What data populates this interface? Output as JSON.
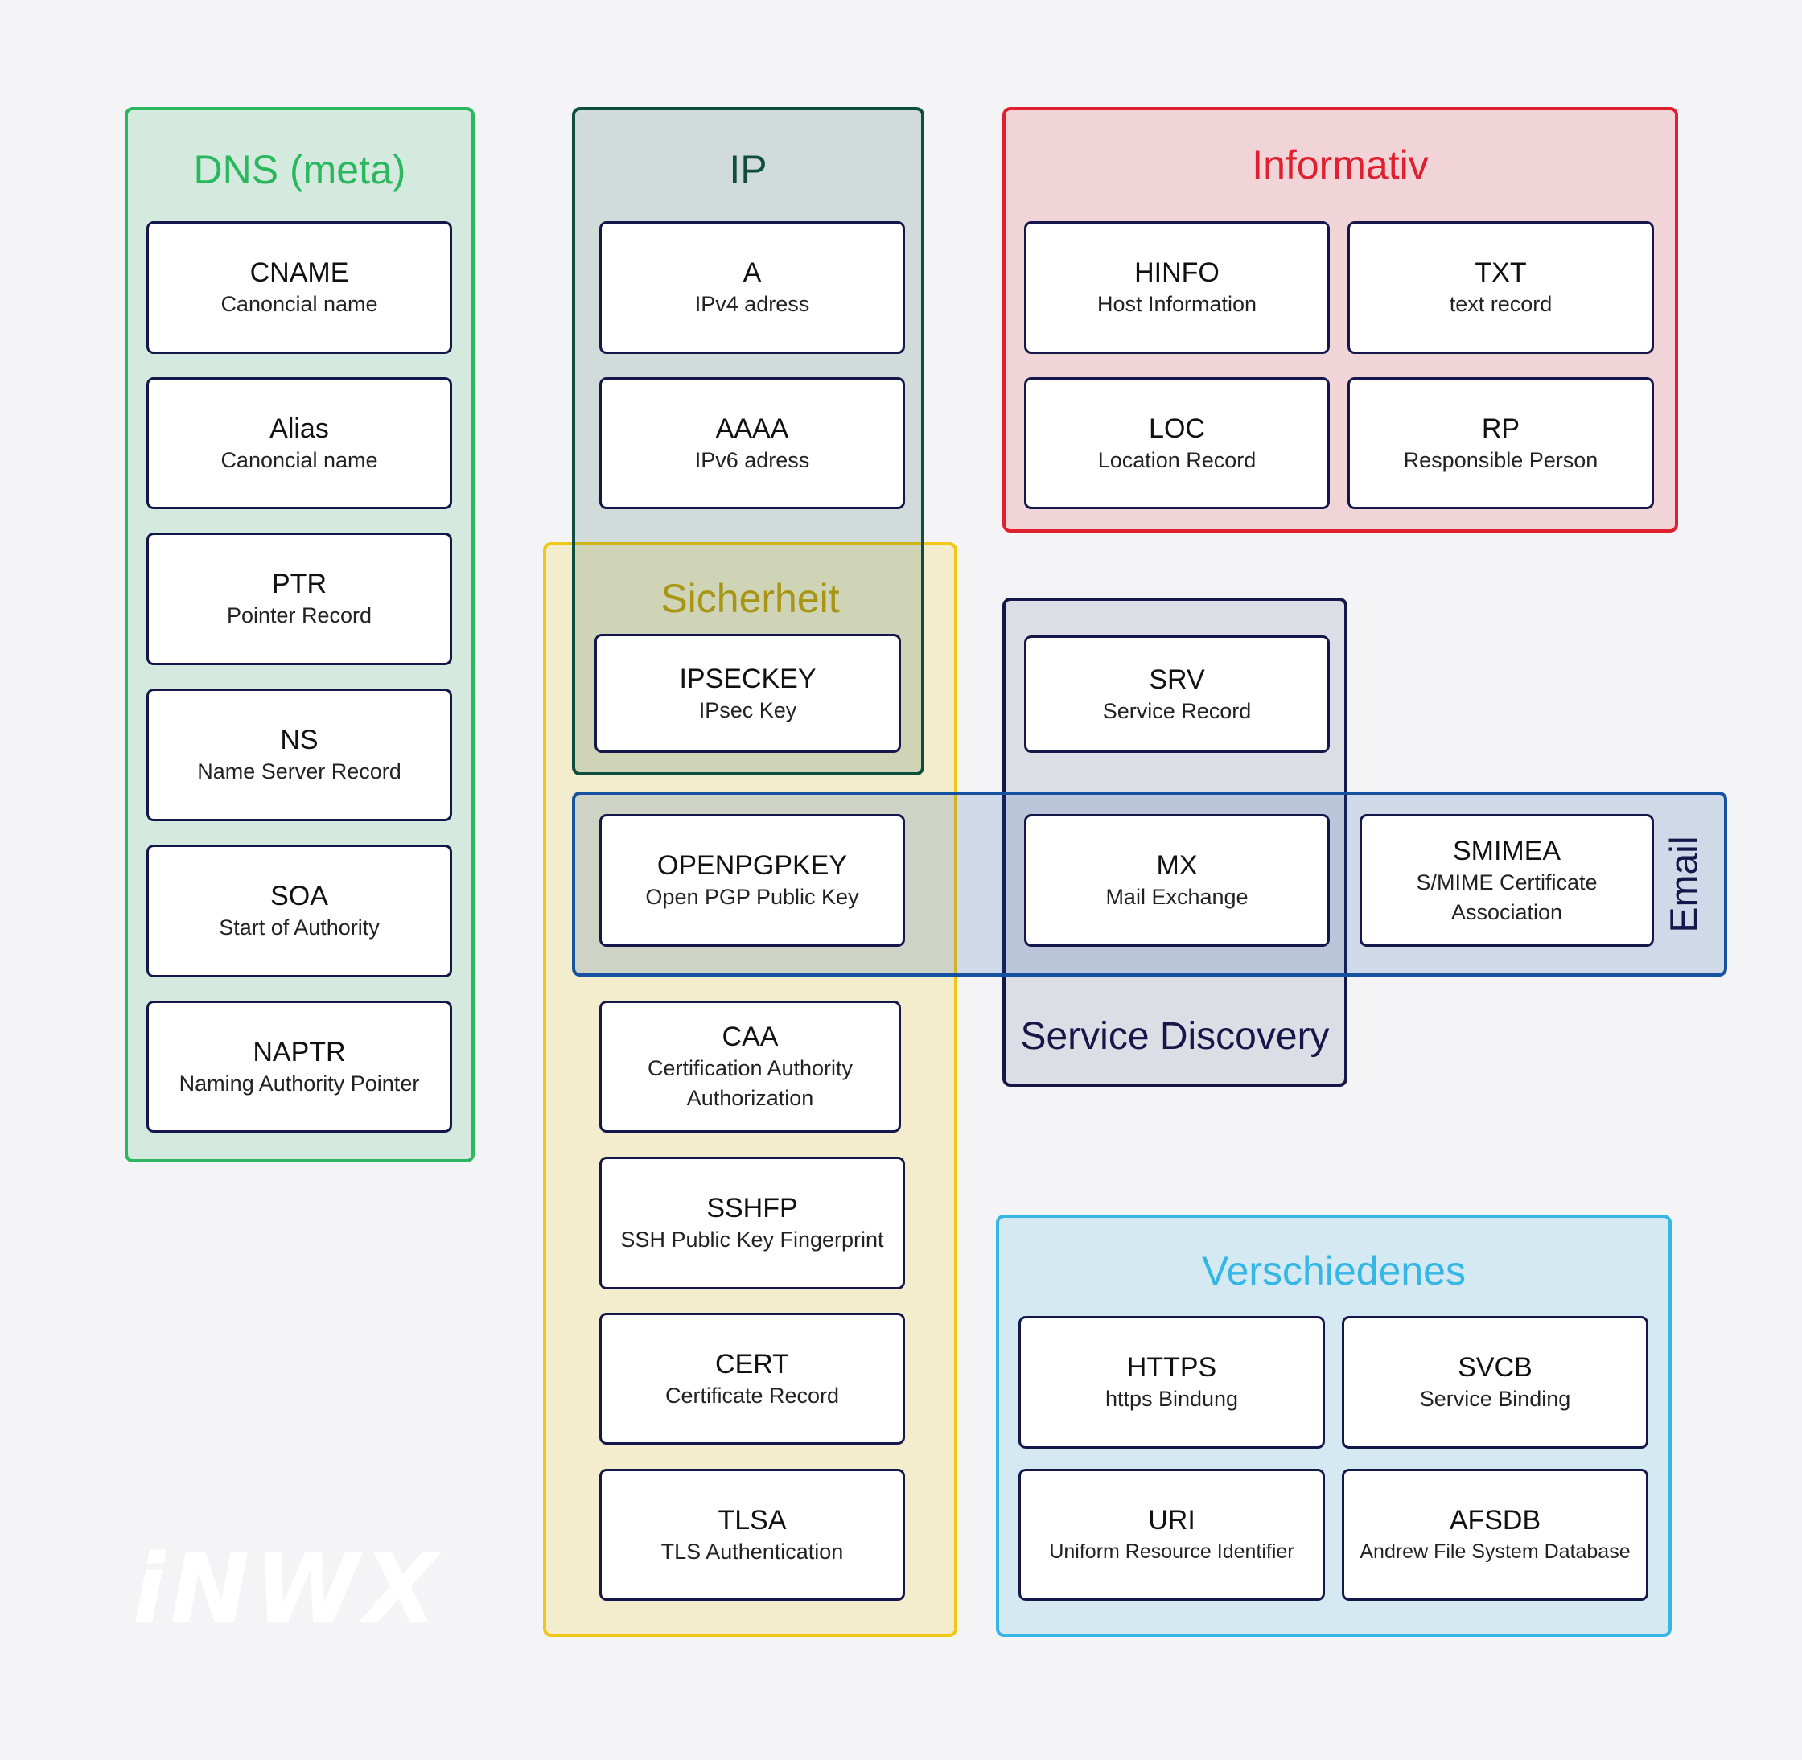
{
  "groups": {
    "dns_meta": {
      "title": "DNS (meta)",
      "color": "#2ab75e"
    },
    "ip": {
      "title": "IP",
      "color": "#0f4e3f"
    },
    "informativ": {
      "title": "Informativ",
      "color": "#e0202e"
    },
    "sicherheit": {
      "title": "Sicherheit",
      "color": "#efc716"
    },
    "service_discovery": {
      "title": "Service Discovery",
      "color": "#15174a"
    },
    "email": {
      "title": "Email",
      "color": "#1553a1"
    },
    "verschiedenes": {
      "title": "Verschiedenes",
      "color": "#35b6e5"
    }
  },
  "records": {
    "cname": {
      "code": "CNAME",
      "desc": "Canoncial name"
    },
    "alias": {
      "code": "Alias",
      "desc": "Canoncial name"
    },
    "ptr": {
      "code": "PTR",
      "desc": "Pointer Record"
    },
    "ns": {
      "code": "NS",
      "desc": "Name Server Record"
    },
    "soa": {
      "code": "SOA",
      "desc": "Start of Authority"
    },
    "naptr": {
      "code": "NAPTR",
      "desc": "Naming Authority Pointer"
    },
    "a": {
      "code": "A",
      "desc": "IPv4 adress"
    },
    "aaaa": {
      "code": "AAAA",
      "desc": "IPv6 adress"
    },
    "ipseckey": {
      "code": "IPSECKEY",
      "desc": "IPsec Key"
    },
    "openpgpkey": {
      "code": "OPENPGPKEY",
      "desc": "Open PGP Public Key"
    },
    "caa": {
      "code": "CAA",
      "desc": "Certification Authority Authorization"
    },
    "sshfp": {
      "code": "SSHFP",
      "desc": "SSH Public Key Fingerprint"
    },
    "cert": {
      "code": "CERT",
      "desc": "Certificate Record"
    },
    "tlsa": {
      "code": "TLSA",
      "desc": "TLS Authentication"
    },
    "hinfo": {
      "code": "HINFO",
      "desc": "Host Information"
    },
    "txt": {
      "code": "TXT",
      "desc": "text record"
    },
    "loc": {
      "code": "LOC",
      "desc": "Location Record"
    },
    "rp": {
      "code": "RP",
      "desc": "Responsible Person"
    },
    "srv": {
      "code": "SRV",
      "desc": "Service Record"
    },
    "mx": {
      "code": "MX",
      "desc": "Mail Exchange"
    },
    "smimea": {
      "code": "SMIMEA",
      "desc": "S/MIME Certificate Association"
    },
    "https": {
      "code": "HTTPS",
      "desc": "https Bindung"
    },
    "svcb": {
      "code": "SVCB",
      "desc": "Service Binding"
    },
    "uri": {
      "code": "URI",
      "desc": "Uniform Resource Identifier"
    },
    "afsdb": {
      "code": "AFSDB",
      "desc": "Andrew File System Database"
    }
  },
  "logo": {
    "text": "iNWX"
  }
}
